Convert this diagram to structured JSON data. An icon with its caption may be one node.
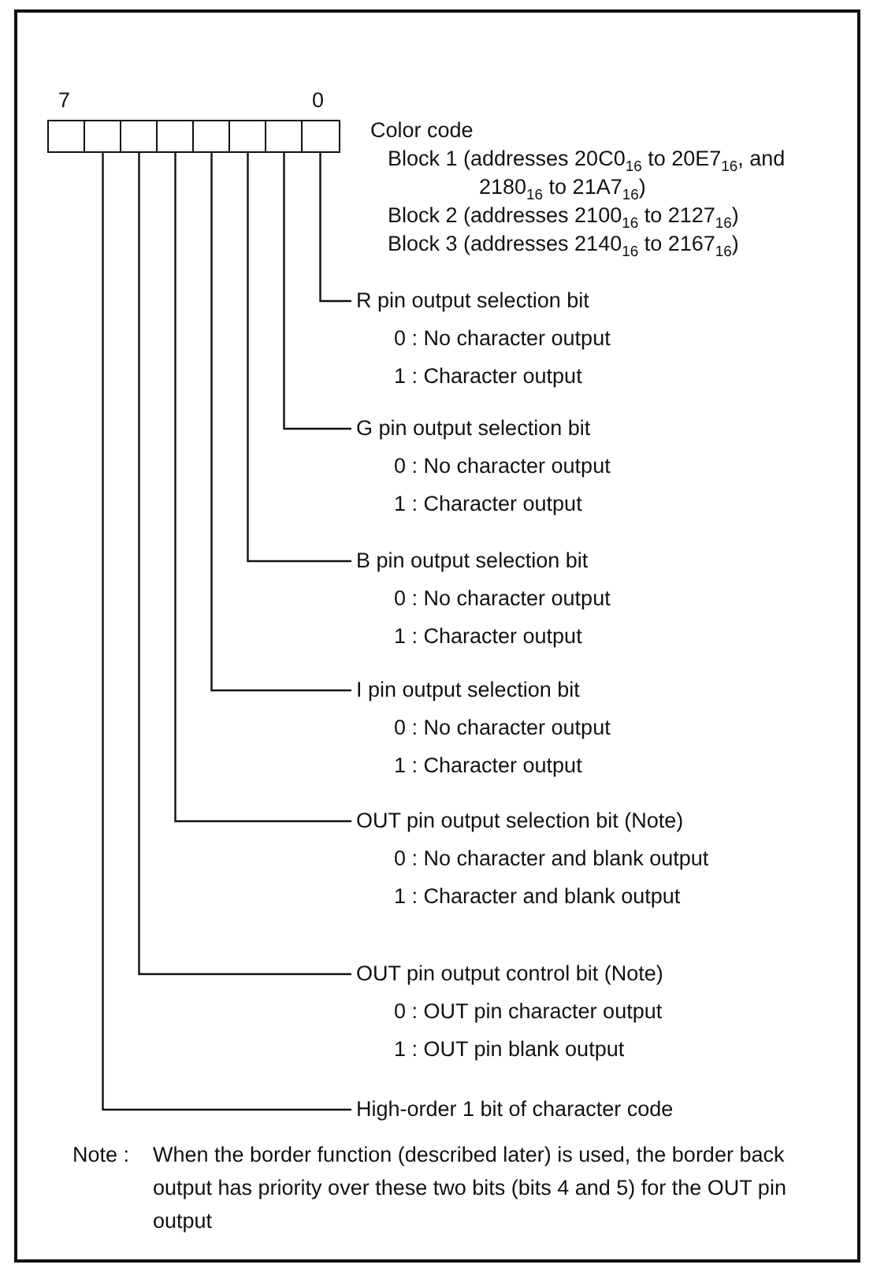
{
  "diagram": {
    "nodes": [
      {
        "text": [],
        "shape": "box",
        "beside": [
          "7"
        ]
      },
      {
        "text": [],
        "shape": "box"
      },
      {
        "text": [],
        "shape": "box"
      },
      {
        "text": [],
        "shape": "box"
      },
      {
        "text": [],
        "shape": "box"
      },
      {
        "text": [],
        "shape": "box"
      },
      {
        "text": [],
        "shape": "box"
      },
      {
        "text": [],
        "shape": "box",
        "beside": [
          "0"
        ]
      },
      {
        "text": [
          "R pin output selection bit",
          "0 : No character output",
          "1 : Character output"
        ]
      },
      {
        "text": [
          "G pin output selection bit",
          "0 : No character output",
          "1 : Character output"
        ]
      },
      {
        "text": [
          "B pin output selection bit",
          "0 : No character output",
          "1 : Character output"
        ]
      },
      {
        "text": [
          "I pin output selection bit",
          "0 : No character output",
          "1 : Character output"
        ]
      },
      {
        "text": [
          "OUT pin output selection bit (Note)",
          "0 : No character and blank output",
          "1 : Character and blank output"
        ]
      },
      {
        "text": [
          "OUT pin output control bit (Note)",
          "0 : OUT pin character output",
          "1 : OUT pin blank output"
        ]
      },
      {
        "text": [
          "High-order 1 bit of character code"
        ]
      }
    ],
    "edges": [
      {
        "from": 7,
        "to": 8,
        "arrow": "none"
      },
      {
        "from": 6,
        "to": 9,
        "arrow": "none"
      },
      {
        "from": 5,
        "to": 10,
        "arrow": "none"
      },
      {
        "from": 4,
        "to": 11,
        "arrow": "none"
      },
      {
        "from": 3,
        "to": 12,
        "arrow": "none"
      },
      {
        "from": 2,
        "to": 13,
        "arrow": "none"
      },
      {
        "from": 1,
        "to": 14,
        "arrow": "none"
      }
    ],
    "labels": [
      "Color code",
      "Block 1 (addresses 20C0$_{16}$ to 20E7$_{16}$, and 2180$_{16}$ to 21A7$_{16}$)",
      "Block 2 (addresses 2100$_{16}$ to 2127$_{16}$)",
      "Block 3 (addresses 2140$_{16}$ to 2167$_{16}$)",
      "Note :",
      "When the border function (described later) is used, the border back output has priority over these two bits (bits 4 and 5) for the OUT pin output"
    ]
  }
}
